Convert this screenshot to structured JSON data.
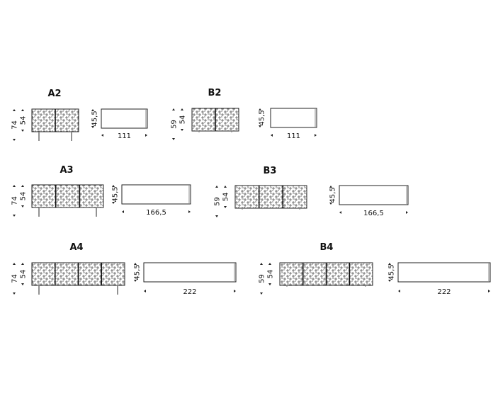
{
  "colors": {
    "line": "#222222",
    "texture": "#555555",
    "leg": "#777777"
  },
  "items": [
    {
      "id": "A2",
      "label": "A2",
      "panels": 2,
      "legs": true,
      "dim_outer": "74",
      "dim_inner": "54",
      "depth": "45,5",
      "width": "111"
    },
    {
      "id": "B2",
      "label": "B2",
      "panels": 2,
      "legs": false,
      "dim_outer": "59",
      "dim_inner": "54",
      "depth": "45,5",
      "width": "111"
    },
    {
      "id": "A3",
      "label": "A3",
      "panels": 3,
      "legs": true,
      "dim_outer": "74",
      "dim_inner": "54",
      "depth": "45,5",
      "width": "166,5"
    },
    {
      "id": "B3",
      "label": "B3",
      "panels": 3,
      "legs": false,
      "dim_outer": "59",
      "dim_inner": "54",
      "depth": "45,5",
      "width": "166,5"
    },
    {
      "id": "A4",
      "label": "A4",
      "panels": 4,
      "legs": true,
      "dim_outer": "74",
      "dim_inner": "54",
      "depth": "45,5",
      "width": "222"
    },
    {
      "id": "B4",
      "label": "B4",
      "panels": 4,
      "legs": false,
      "dim_outer": "59",
      "dim_inner": "54",
      "depth": "45,5",
      "width": "222"
    }
  ]
}
